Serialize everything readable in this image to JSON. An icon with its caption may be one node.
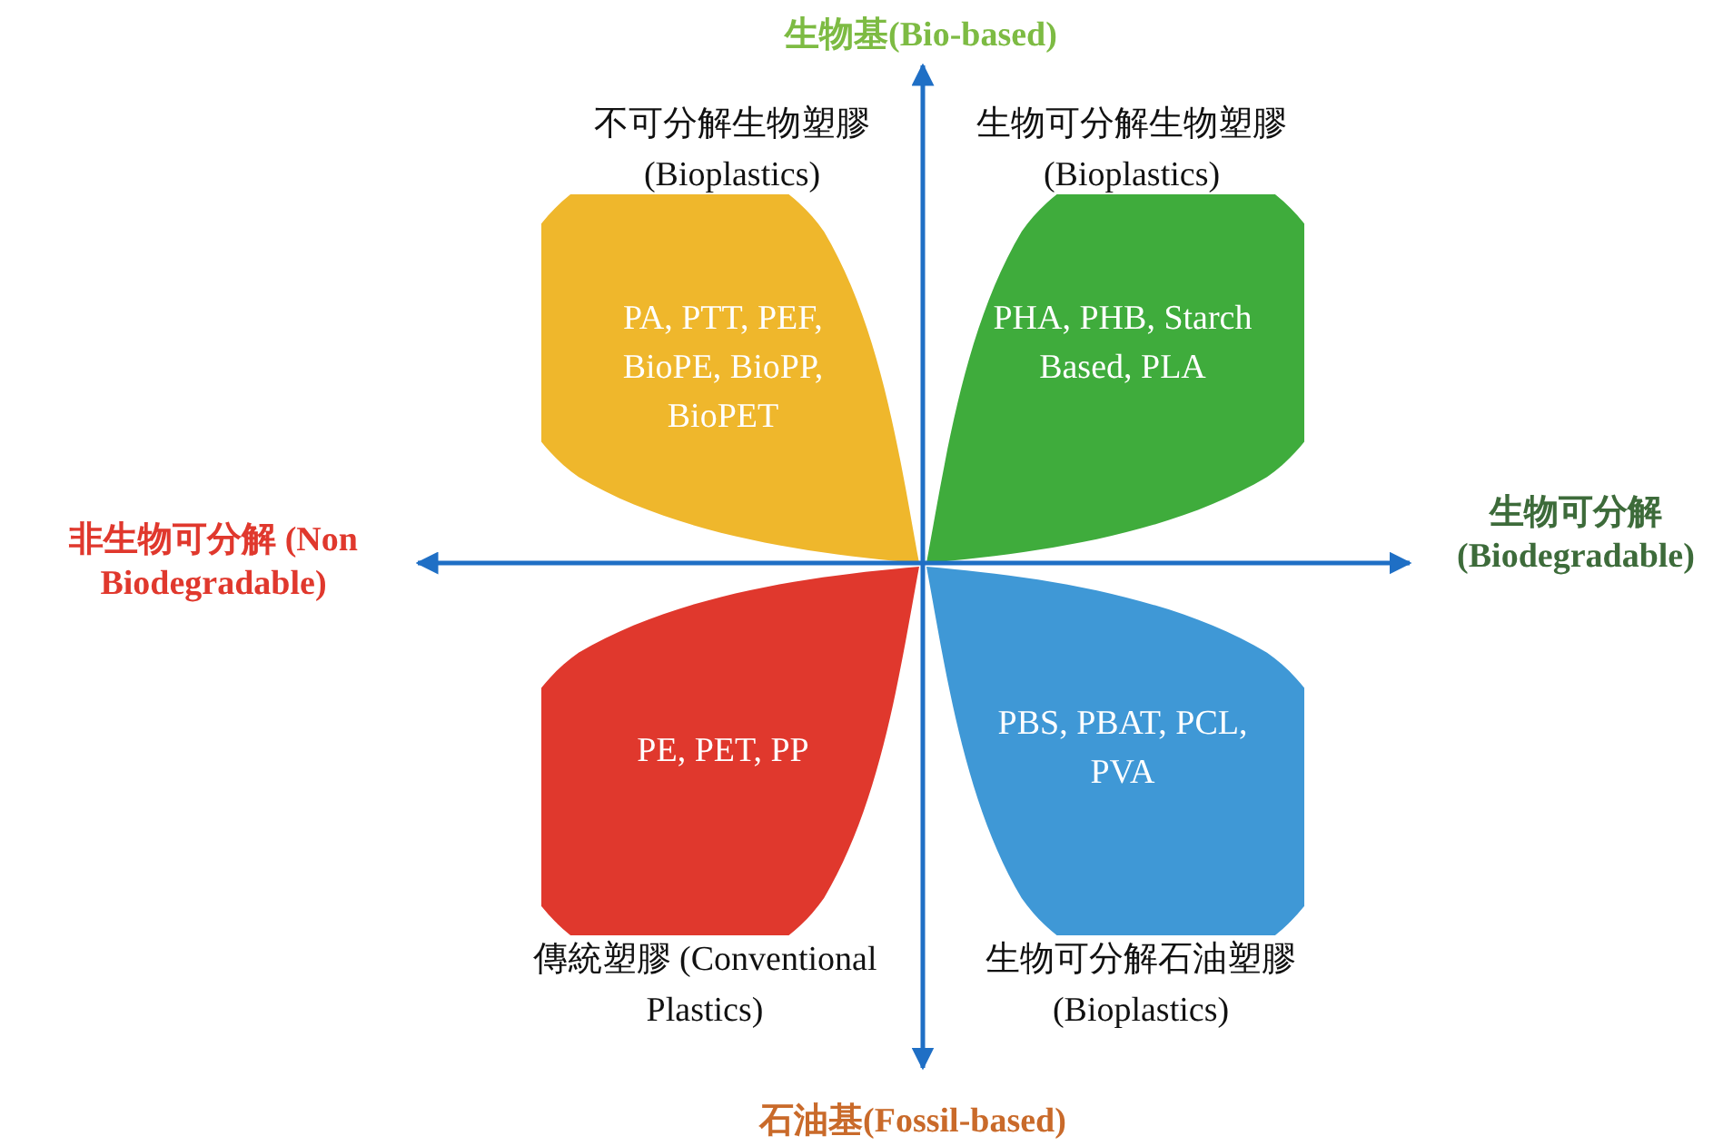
{
  "diagram": {
    "nodes": [
      {
        "text": [
          "PA, PTT, PEF, BioPE, BioPP, BioPET"
        ],
        "beside": [
          "不可分解生物塑膠 (Bioplastics)"
        ]
      },
      {
        "text": [
          "PHA, PHB, Starch Based, PLA"
        ],
        "beside": [
          "生物可分解生物塑膠 (Bioplastics)"
        ]
      },
      {
        "text": [
          "PE, PET, PP"
        ],
        "beside": [
          "傳統塑膠 (Conventional Plastics)"
        ]
      },
      {
        "text": [
          "PBS, PBAT, PCL, PVA"
        ],
        "beside": [
          "生物可分解石油塑膠 (Bioplastics)"
        ]
      }
    ],
    "edges": [],
    "labels": [
      "生物基(Bio-based)",
      "非生物可分解 (Non Biodegradable)",
      "生物可分解 (Biodegradable)",
      "石油基(Fossil-based)"
    ]
  }
}
